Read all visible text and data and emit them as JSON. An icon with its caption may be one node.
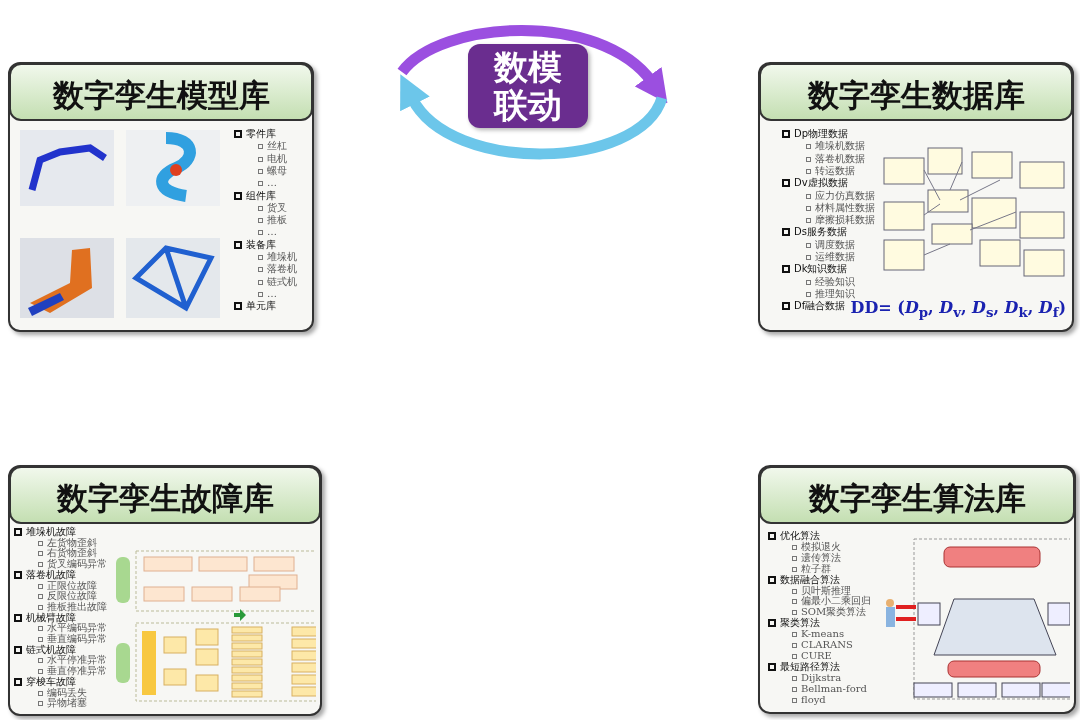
{
  "diagram": {
    "nodes": [
      {
        "text": [
          "数字孪生**模型库**"
        ]
      },
      {
        "text": [
          "数模联动"
        ]
      },
      {
        "text": [
          "数字孪生**数据库**"
        ]
      },
      {
        "text": [
          "数字孪生**故障库**"
        ]
      },
      {
        "text": [
          "数字孪生**算法库**"
        ]
      }
    ],
    "labels": [
      "零件库",
      "丝杠",
      "电机",
      "螺母",
      "…",
      "组件库",
      "货叉",
      "推板",
      "…",
      "装备库",
      "堆垛机",
      "落卷机",
      "链式机",
      "…",
      "单元库",
      "Dp物理数据",
      "堆垛机数据",
      "落卷机数据",
      "转运数据",
      "Dv虚拟数据",
      "应力仿真数据",
      "材料属性数据",
      "摩擦损耗数据",
      "Ds服务数据",
      "调度数据",
      "运维数据",
      "Dk知识数据",
      "经验知识",
      "推理知识",
      "Df融合数据",
      "DD= (*D*$_{p}$, *D*$_{v}$, *D*$_{s}$, *D*$_{k}$, *D*$_{f}$)",
      "堆垛机故障",
      "左货物歪斜",
      "右货物歪斜",
      "货叉编码异常",
      "落卷机故障",
      "正限位故障",
      "反限位故障",
      "推板推出故障",
      "机械臂故障",
      "水平编码异常",
      "垂直编码异常",
      "链式机故障",
      "水平停准异常",
      "垂直停准异常",
      "穿梭车故障",
      "编码丢失",
      "异物堵塞",
      "优化算法",
      "模拟退火",
      "遗传算法",
      "粒子群",
      "数据融合算法",
      "贝叶斯推理",
      "偏最小二乘回归",
      "SOM聚类算法",
      "聚类算法",
      "K-means",
      "CLARANS",
      "CURE",
      "最短路径算法",
      "Dijkstra",
      "Bellman-ford",
      "floyd"
    ]
  }
}
